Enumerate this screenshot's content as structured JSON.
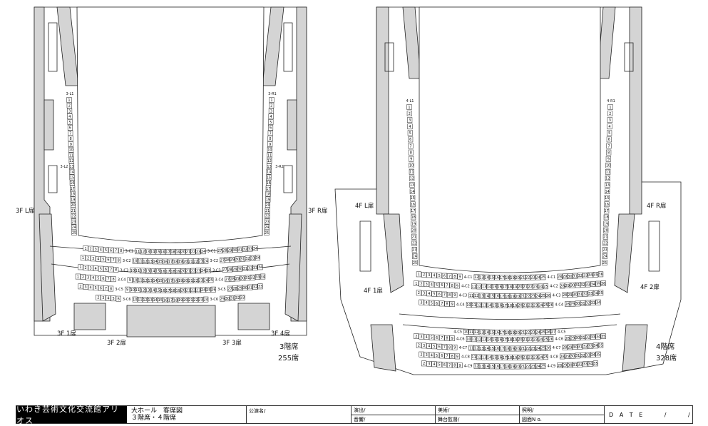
{
  "floor3": {
    "title": "3階席",
    "total": "255席",
    "doors": {
      "l": "3F L扉",
      "r": "3F R扉",
      "d1": "3F 1扉",
      "d2": "3F 2扉",
      "d3": "3F 3扉",
      "d4": "3F 4扉"
    },
    "side_labels": {
      "l1": "3-L1",
      "l2": "3-L2",
      "r1": "3-R1",
      "r2": "3-R2"
    },
    "side_seats": {
      "from": 1,
      "to": 25
    },
    "rows": [
      {
        "label": "3-C1",
        "blocks": [
          [
            1,
            8
          ],
          [
            11,
            24
          ],
          [
            27,
            34
          ]
        ]
      },
      {
        "label": "3-C2",
        "blocks": [
          [
            1,
            8
          ],
          [
            10,
            24
          ],
          [
            27,
            34
          ]
        ]
      },
      {
        "label": "3-C3",
        "blocks": [
          [
            1,
            8
          ],
          [
            10,
            25
          ],
          [
            27,
            34
          ]
        ]
      },
      {
        "label": "3-C4",
        "blocks": [
          [
            1,
            8
          ],
          [
            9,
            25
          ],
          [
            27,
            34
          ]
        ]
      },
      {
        "label": "3-C5",
        "blocks": [
          [
            2,
            8
          ],
          [
            9,
            26
          ],
          [
            27,
            33
          ]
        ]
      },
      {
        "label": "3-C6",
        "blocks": [
          [
            2,
            6
          ],
          [
            10,
            24
          ],
          [
            29,
            33
          ]
        ]
      }
    ]
  },
  "floor4": {
    "title": "4階席",
    "total": "328席",
    "doors": {
      "l": "4F L扉",
      "r": "4F R扉",
      "d1": "4F 1扉",
      "d2": "4F 2扉"
    },
    "side_labels": {
      "l1": "4-L1",
      "r1": "4-R1"
    },
    "side_seats": {
      "from": 1,
      "to": 25
    },
    "rows": [
      {
        "label": "4-C1",
        "blocks": [
          [
            1,
            9
          ],
          [
            12,
            25
          ],
          [
            28,
            36
          ]
        ]
      },
      {
        "label": "4-C2",
        "blocks": [
          [
            1,
            9
          ],
          [
            11,
            25
          ],
          [
            28,
            36
          ]
        ]
      },
      {
        "label": "4-C3",
        "blocks": [
          [
            2,
            9
          ],
          [
            11,
            26
          ],
          [
            28,
            35
          ]
        ]
      },
      {
        "label": "4-C4",
        "blocks": [
          [
            3,
            9
          ],
          [
            10,
            26
          ],
          [
            28,
            34
          ]
        ]
      },
      {
        "label": "4-C5",
        "blocks": [
          [],
          [
            10,
            27
          ],
          []
        ]
      },
      {
        "label": "4-C6",
        "blocks": [
          [
            2,
            9
          ],
          [
            10,
            26
          ],
          [
            28,
            35
          ]
        ]
      },
      {
        "label": "4-C7",
        "blocks": [
          [
            2,
            9
          ],
          [
            11,
            26
          ],
          [
            28,
            35
          ]
        ]
      },
      {
        "label": "4-C8",
        "blocks": [
          [
            2,
            9
          ],
          [
            11,
            25
          ],
          [
            28,
            35
          ]
        ]
      },
      {
        "label": "4-C9",
        "blocks": [
          [
            2,
            9
          ],
          [
            12,
            25
          ],
          [
            28,
            35
          ]
        ]
      }
    ]
  },
  "titleblock": {
    "venue": "いわき芸術文化交流館アリオス",
    "title_line1": "大ホール　客席図",
    "title_line2": "３階席・４階席",
    "performance": "公演名/",
    "direction": "演出/",
    "sound": "音響/",
    "art": "美術/",
    "stage_manager": "舞台監督/",
    "lighting": "照明/",
    "drawing_no": "図面N o.",
    "date": "D A T E　　 /　　 /"
  }
}
